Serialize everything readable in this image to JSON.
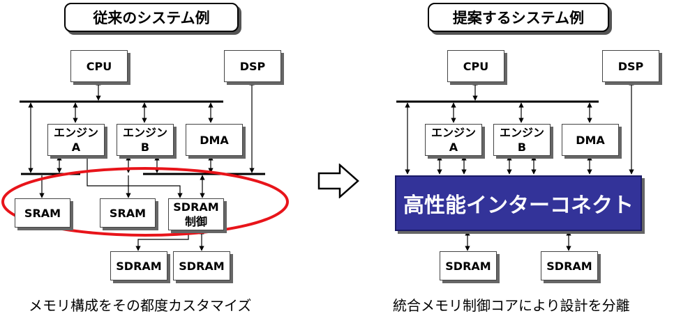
{
  "left": {
    "title": "従来のシステム例",
    "cpu": "CPU",
    "dsp": "DSP",
    "engine_a": {
      "line1": "エンジン",
      "line2": "A"
    },
    "engine_b": {
      "line1": "エンジン",
      "line2": "B"
    },
    "dma": "DMA",
    "sram1": "SRAM",
    "sram2": "SRAM",
    "sdram_ctrl": {
      "line1": "SDRAM",
      "line2": "制御"
    },
    "sdram1": "SDRAM",
    "sdram2": "SDRAM",
    "caption": "メモリ構成をその都度カスタマイズ",
    "highlight_color": "#e8141a"
  },
  "right": {
    "title": "提案するシステム例",
    "cpu": "CPU",
    "dsp": "DSP",
    "engine_a": {
      "line1": "エンジン",
      "line2": "A"
    },
    "engine_b": {
      "line1": "エンジン",
      "line2": "B"
    },
    "dma": "DMA",
    "interconnect": "高性能インターコネクト",
    "sdram1": "SDRAM",
    "sdram2": "SDRAM",
    "caption": "統合メモリ制御コアにより設計を分離",
    "interconnect_color": "#333399"
  },
  "transition_arrow": "right-arrow-icon"
}
